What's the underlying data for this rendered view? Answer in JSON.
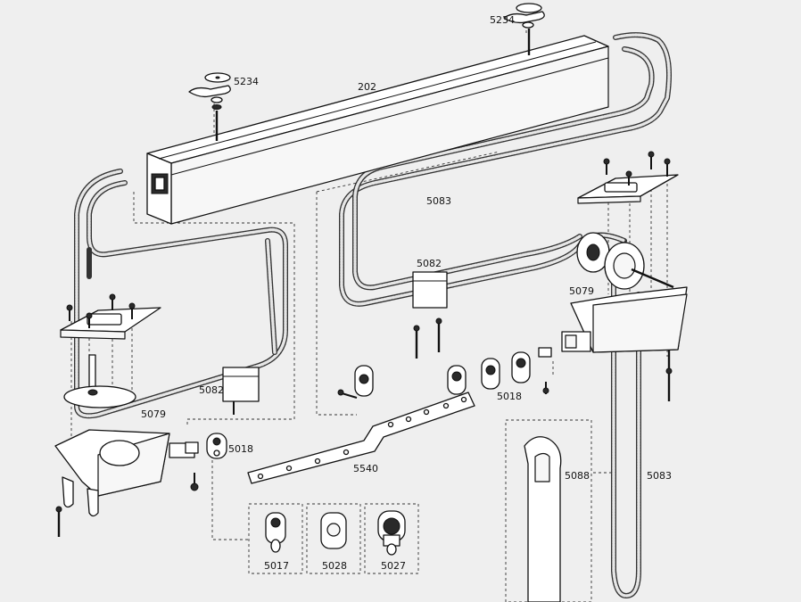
{
  "diagram": {
    "part_labels": {
      "screw_top_right": "5234",
      "screw_top_left": "5234",
      "rail": "202",
      "cord_loop_upper": "5083",
      "cord_guide_center": "5082",
      "drive_unit_right": "5079",
      "cord_guide_left": "5082",
      "drive_unit_left": "5079",
      "glider_center": "5018",
      "clip_left": "5018",
      "master_arm": "5540",
      "wand": "5088",
      "cord_loop_lower": "5083",
      "carrier_a": "5017",
      "carrier_b": "5028",
      "carrier_c": "5027"
    }
  }
}
